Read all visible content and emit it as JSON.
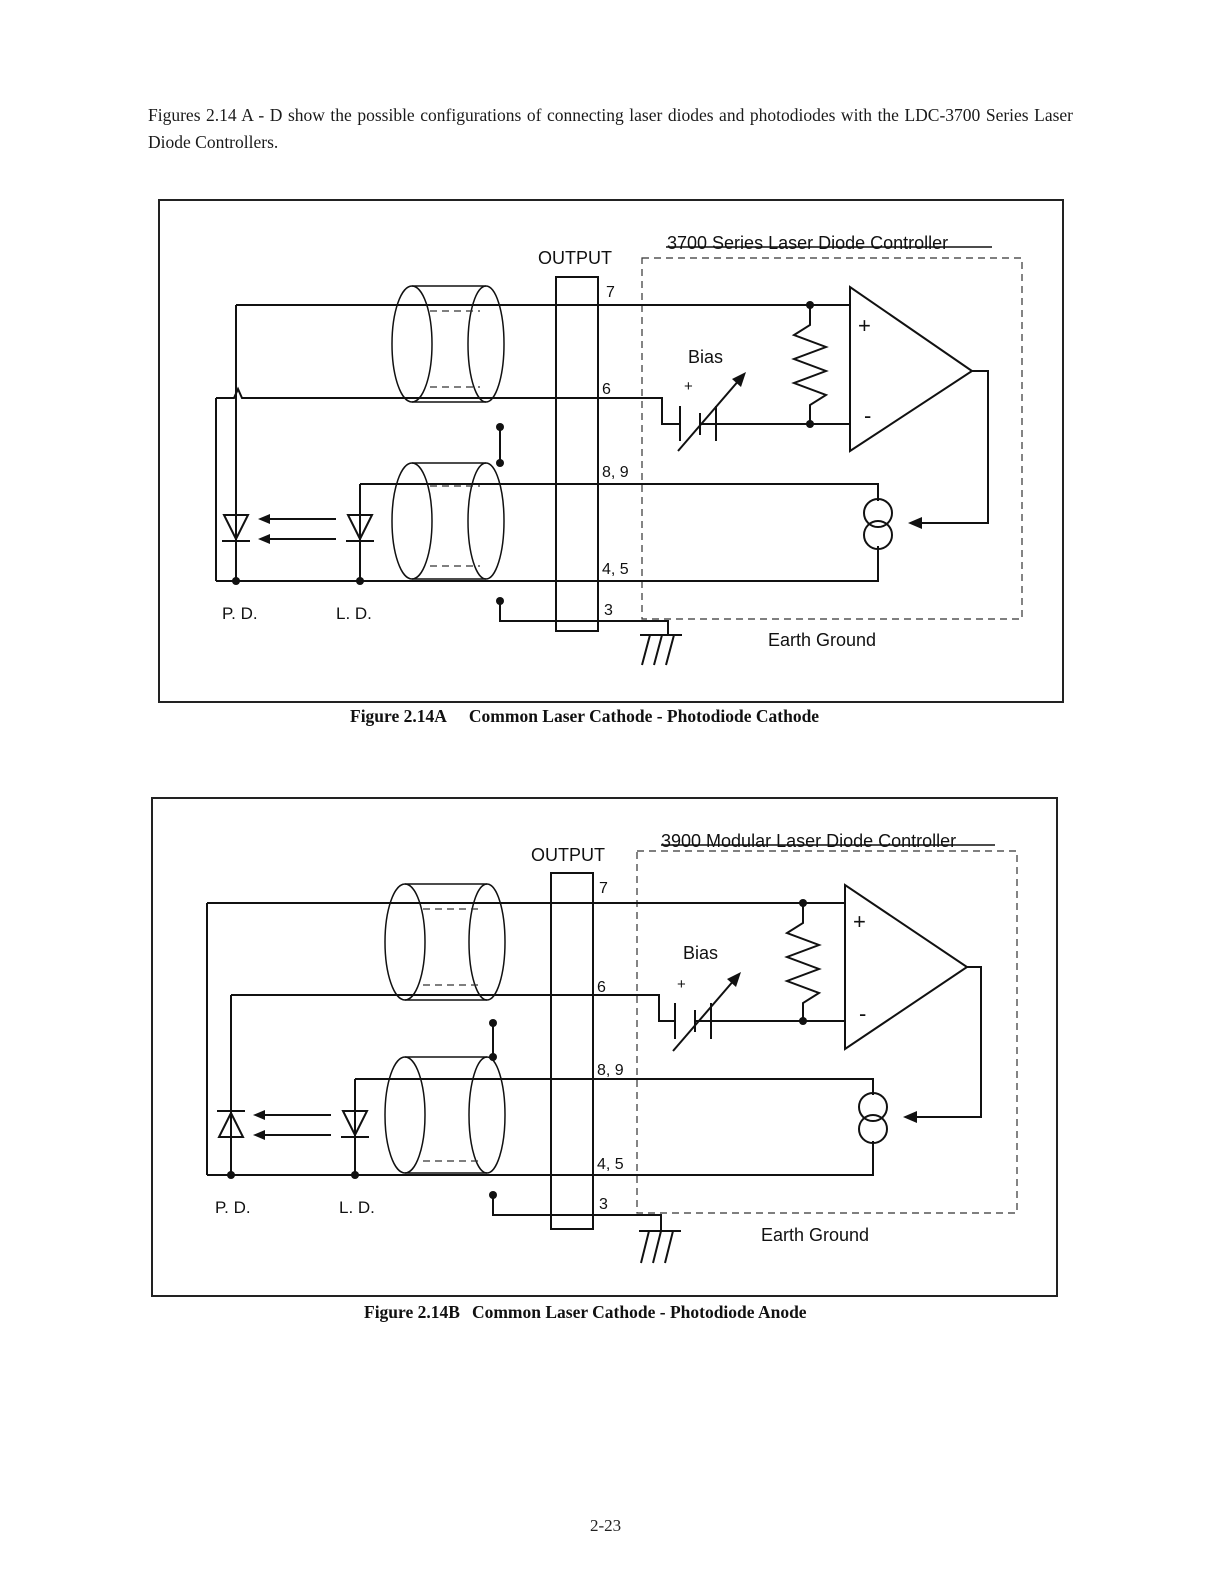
{
  "intro": "Figures 2.14 A - D show the possible configurations of connecting laser diodes and photodiodes with the LDC-3700 Series Laser Diode Controllers.",
  "figures": [
    {
      "id": "A",
      "controller_label": "3700 Series Laser Diode Controller",
      "output_label": "OUTPUT",
      "pins": [
        "7",
        "6",
        "8, 9",
        "4, 5",
        "3"
      ],
      "bias_label": "Bias",
      "plus_sign": "+",
      "minus_sign": "-",
      "bias_plus": "+",
      "pd_label": "P. D.",
      "ld_label": "L. D.",
      "ground_label": "Earth Ground",
      "caption_number": "Figure 2.14A",
      "caption_title": "Common Laser Cathode - Photodiode Cathode"
    },
    {
      "id": "B",
      "controller_label": "3900 Modular Laser Diode Controller",
      "output_label": "OUTPUT",
      "pins": [
        "7",
        "6",
        "8, 9",
        "4, 5",
        "3"
      ],
      "bias_label": "Bias",
      "plus_sign": "+",
      "minus_sign": "-",
      "bias_plus": "+",
      "pd_label": "P. D.",
      "ld_label": "L. D.",
      "ground_label": "Earth Ground",
      "caption_number": "Figure 2.14B",
      "caption_title": "Common Laser Cathode - Photodiode Anode"
    }
  ],
  "page_number": "2-23"
}
